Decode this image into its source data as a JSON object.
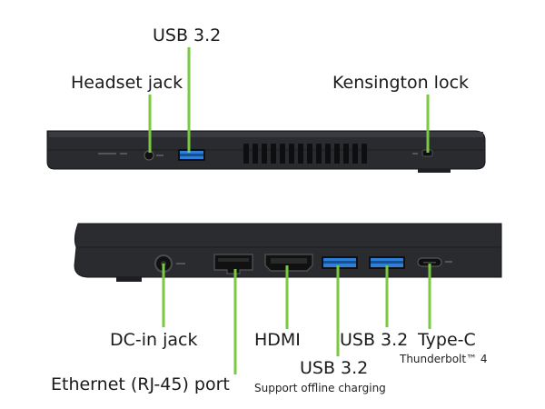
{
  "colors": {
    "leader": "#7ac943",
    "chassis": "#2a2b2f",
    "chassis_edge": "#141518",
    "usb_blue": "#2f7fd8",
    "label_text": "#1a1a1a"
  },
  "labels": {
    "usb32_top": "USB 3.2",
    "headset_jack": "Headset jack",
    "kensington_lock": "Kensington lock",
    "dc_in_jack": "DC-in jack",
    "ethernet_port": "Ethernet (RJ-45) port",
    "hdmi": "HDMI",
    "usb32_offline": "USB 3.2",
    "offline_note": "Support offline charging",
    "usb32_right": "USB 3.2",
    "type_c": "Type-C",
    "thunderbolt": "Thunderbolt™ 4"
  }
}
